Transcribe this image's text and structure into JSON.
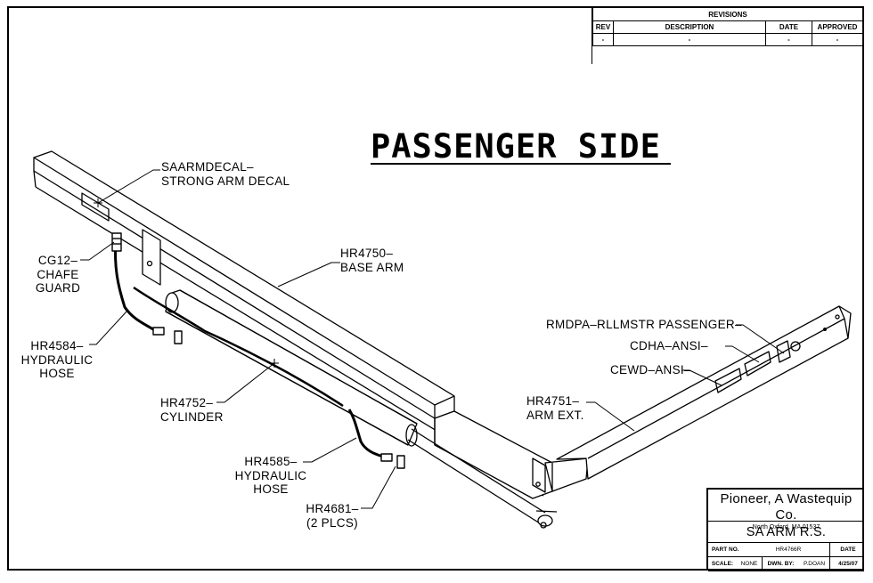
{
  "sheet_title": "PASSENGER SIDE",
  "revisions": {
    "title": "REVISIONS",
    "headers": [
      "REV",
      "DESCRIPTION",
      "DATE",
      "APPROVED"
    ],
    "rows": [
      [
        "-",
        "-",
        "-",
        "-"
      ]
    ]
  },
  "callouts": {
    "decal": [
      "SAARMDECAL–",
      "STRONG ARM DECAL"
    ],
    "chafe": [
      "CG12–",
      "CHAFE",
      "GUARD"
    ],
    "hose1": [
      "HR4584–",
      "HYDRAULIC",
      "HOSE"
    ],
    "cylinder": [
      "HR4752–",
      "CYLINDER"
    ],
    "hose2": [
      "HR4585–",
      "HYDRAULIC",
      "HOSE"
    ],
    "fitting": [
      "HR4681–",
      "(2 PLCS)"
    ],
    "base_arm": [
      "HR4750–",
      "BASE ARM"
    ],
    "arm_ext": [
      "HR4751–",
      "ARM EXT."
    ],
    "rmdpa": "RMDPA–RLLMSTR PASSENGER–",
    "cdha": "CDHA–ANSI–",
    "cewd": "CEWD–ANSI–"
  },
  "title_block": {
    "company": "Pioneer, A Wastequip Co.",
    "address": "North Oxford, MA      01537",
    "drawing_name": "SA ARM R.S.",
    "part_no_label": "PART NO.",
    "part_no": "HR4766R",
    "date_label": "DATE",
    "scale_label": "SCALE:",
    "scale": "NONE",
    "drawn_by_label": "DWN. BY:",
    "drawn_by": "P.DOAN",
    "date": "4/25/07"
  }
}
